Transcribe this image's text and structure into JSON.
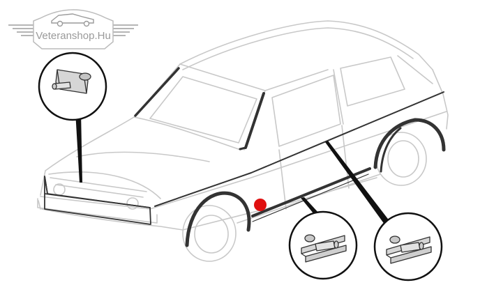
{
  "logo": {
    "text": "Veteranshop.Hu"
  },
  "colors": {
    "outline": "#c8c8c8",
    "trim": "#333333",
    "callout": "#111111",
    "clip_fill": "#d6d6d6",
    "marker": "#e01010"
  },
  "callouts": [
    {
      "part": "windscreen-trim-clip",
      "icon": "clip-button-icon"
    },
    {
      "part": "sill-trim-clip",
      "icon": "clip-rail-icon"
    },
    {
      "part": "door-trim-clip",
      "icon": "clip-rail-icon"
    }
  ]
}
